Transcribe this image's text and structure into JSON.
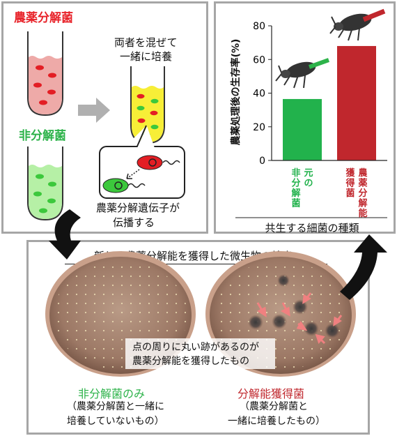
{
  "top_left": {
    "degrader_label": "農薬分解菌",
    "nondegrader_label": "非分解菌",
    "mix_caption_line1": "両者を混ぜて",
    "mix_caption_line2": "一緒に培養",
    "transfer_caption_line1": "農薬分解遺伝子が",
    "transfer_caption_line2": "伝播する"
  },
  "chart_data": {
    "type": "bar",
    "categories": [
      "元の非分解菌",
      "農薬分解能獲得菌"
    ],
    "category_lines": [
      [
        "元の",
        "非分解菌"
      ],
      [
        "農薬分解能",
        "獲得菌"
      ]
    ],
    "values": [
      36.5,
      68
    ],
    "bar_colors": [
      "#22b24c",
      "#c0272d"
    ],
    "ylabel": "農薬処理後の生存率(%)",
    "xlabel": "共生する細菌の種類",
    "ylim": [
      0,
      80
    ],
    "yticks": [
      0,
      20,
      40,
      60,
      80
    ]
  },
  "bottom": {
    "title": "新しく農薬分解能を獲得した微生物の検出",
    "overlay_line1": "点の周りに丸い跡があるのが",
    "overlay_line2": "農薬分解能を獲得したもの",
    "left_dish_title": "非分解菌のみ",
    "left_dish_sub1": "（農薬分解菌と一緒に",
    "left_dish_sub2": "培養していないもの）",
    "right_dish_title": "分解能獲得菌",
    "right_dish_sub1": "（農薬分解菌と",
    "right_dish_sub2": "一緒に培養したもの）"
  },
  "colors": {
    "red_label": "#e8232a",
    "green_label": "#2db34a",
    "panel_border": "#a6a6a6"
  }
}
